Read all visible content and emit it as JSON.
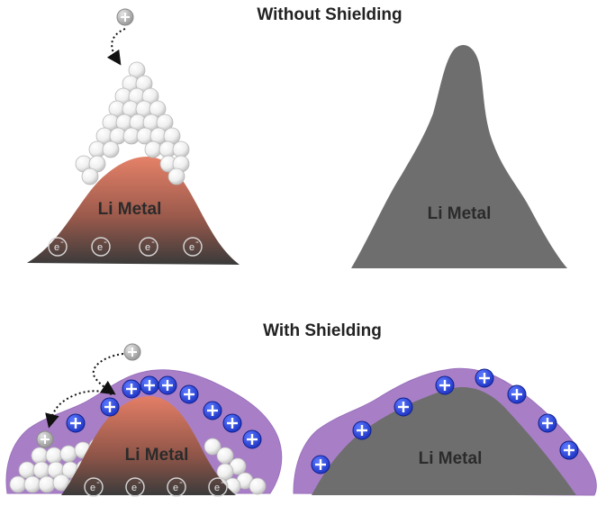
{
  "titles": {
    "top": "Without Shielding",
    "bottom": "With Shielding"
  },
  "labels": {
    "metal_top_left": "Li Metal",
    "metal_top_right": "Li Metal",
    "metal_bottom_left": "Li Metal",
    "metal_bottom_right": "Li Metal",
    "electron": "e",
    "electron_sup": "-"
  },
  "colors": {
    "metal_gradient_top": "#e07a63",
    "metal_gradient_bottom": "#3c3c3c",
    "metal_gray": "#6f6f6f",
    "shield_purple": "#a77fc6",
    "cation_blue": "#1f3bd8",
    "lithium_ion_gray": "#9a9a9a",
    "sphere_white": "#f4f4f4"
  },
  "icons": {
    "lithium_ion": "plus-circle-icon",
    "shield_cation": "plus-circle-icon",
    "electron": "electron-circle-icon"
  }
}
